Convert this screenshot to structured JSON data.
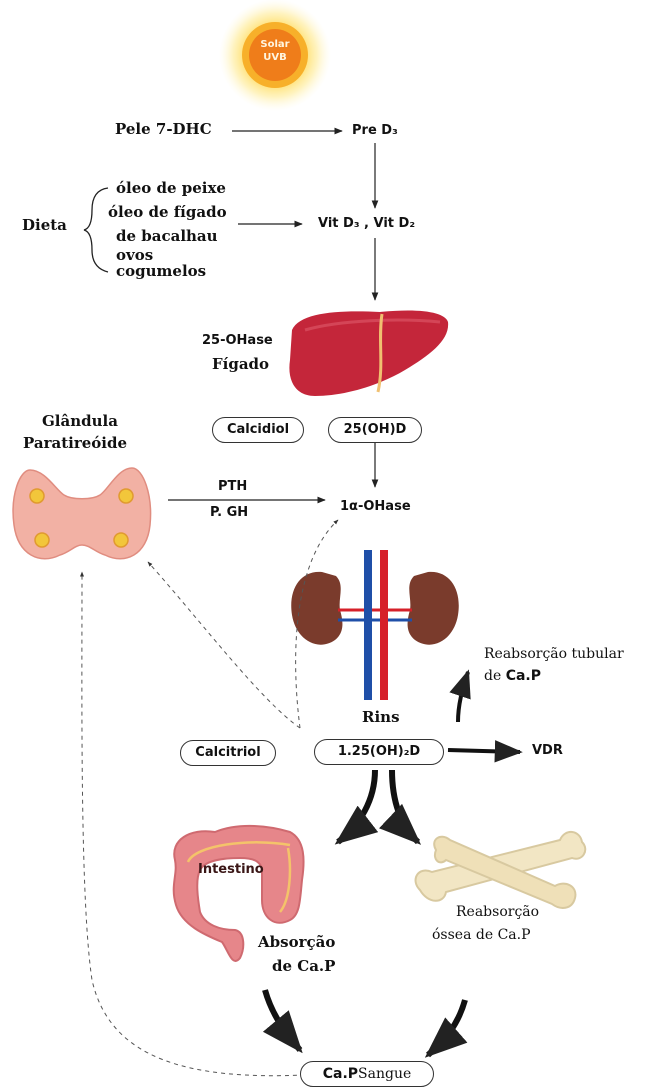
{
  "sun": {
    "line1": "Solar",
    "line2": "UVB"
  },
  "synthesis": {
    "skin": "Pele 7-DHC",
    "pre": "Pre D₃"
  },
  "diet": {
    "label": "Dieta",
    "items": [
      "óleo de peixe",
      "óleo de fígado",
      "de bacalhau",
      "ovos",
      "cogumelos"
    ],
    "product": "Vit D₃ , Vit D₂"
  },
  "liver": {
    "enzyme": "25-OHase",
    "organ": "Fígado"
  },
  "calcidiol": {
    "name": "Calcidiol",
    "formula": "25(OH)D"
  },
  "parathyroid": {
    "line1": "Glândula",
    "line2": "Paratireóide"
  },
  "kidney_inputs": {
    "pth": "PTH",
    "pgh": "P. GH",
    "enzyme": "1α-OHase"
  },
  "kidney": {
    "label": "Rins"
  },
  "tubular": {
    "line1": "Reabsorção tubular",
    "line2_prefix": "de ",
    "line2_bold": "Ca.P"
  },
  "calcitriol": {
    "name": "Calcitriol",
    "formula": "1.25(OH)₂D",
    "receptor": "VDR"
  },
  "intestine": {
    "label": "Intestino",
    "absorption1": "Absorção",
    "absorption2": "de Ca.P"
  },
  "bone": {
    "line1": "Reabsorção",
    "line2": "óssea de Ca.P"
  },
  "blood": {
    "bold": "Ca.P",
    "text": "Sangue"
  },
  "colors": {
    "sun_core": "#f28a1c",
    "liver": "#c4263a",
    "thyroid": "#f2b1a4",
    "kidney": "#7a3b2c",
    "artery": "#d6202a",
    "vein": "#1f4fa8",
    "intestine": "#e6868a",
    "bone": "#f2e6c4"
  }
}
